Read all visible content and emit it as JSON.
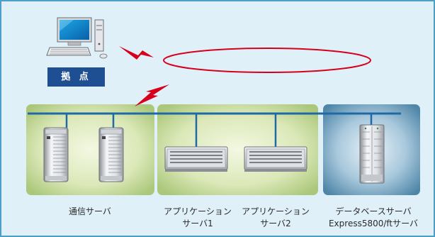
{
  "site": {
    "label": "拠 点"
  },
  "groups": {
    "comm": {
      "line1": "通信サーバ"
    },
    "app1": {
      "line1": "アプリケーション",
      "line2": "サーバ1"
    },
    "app2": {
      "line1": "アプリケーション",
      "line2": "サーバ2"
    },
    "db": {
      "line1": "データベースサーバ",
      "line2": "Express5800/ftサーバ"
    }
  },
  "colors": {
    "frame_border": "#4b9fc8",
    "frame_bg": "#dff0f8",
    "panel_green": "#b7d08a",
    "panel_blue": "#5d8fae",
    "bus_line": "#1f6aa6",
    "ellipse": "#d6001c",
    "lightning": "#d6001c",
    "site_label_bg": "#1e4f92"
  },
  "icons": {
    "pc": "desktop-pc-icon",
    "tower_server": "tower-server-icon",
    "rack_server": "rack-server-icon",
    "ft_server": "ft-server-icon",
    "wireless": "lightning-link-icon"
  }
}
